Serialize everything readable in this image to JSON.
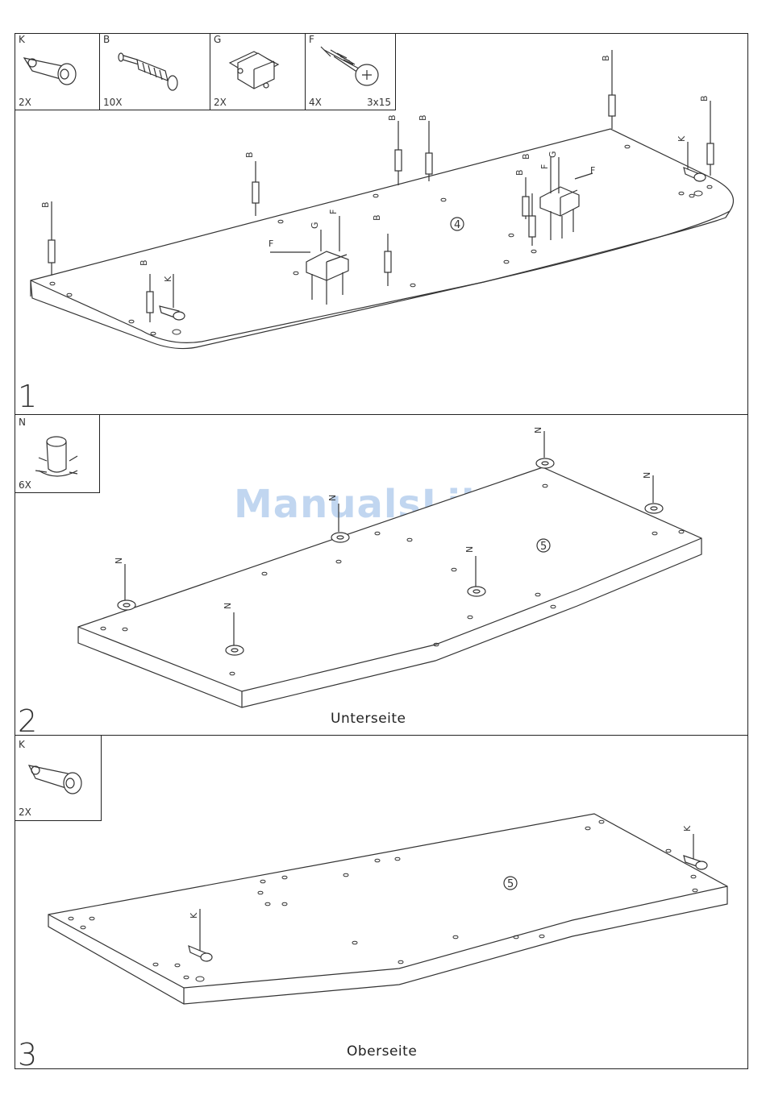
{
  "step1": {
    "number": "1",
    "parts": [
      {
        "letter": "K",
        "qty": "2X",
        "size": ""
      },
      {
        "letter": "B",
        "qty": "10X",
        "size": ""
      },
      {
        "letter": "G",
        "qty": "2X",
        "size": ""
      },
      {
        "letter": "F",
        "qty": "4X",
        "size": "3x15"
      }
    ],
    "board_label": "4",
    "callouts": {
      "B": "B",
      "K": "K",
      "G": "G",
      "F": "F"
    }
  },
  "step2": {
    "number": "2",
    "parts": [
      {
        "letter": "N",
        "qty": "6X"
      }
    ],
    "board_label": "5",
    "caption": "Unterseite",
    "callout": "N"
  },
  "step3": {
    "number": "3",
    "parts": [
      {
        "letter": "K",
        "qty": "2X"
      }
    ],
    "board_label": "5",
    "caption": "Oberseite",
    "callout": "K"
  },
  "watermark": "ManualsLib.de"
}
